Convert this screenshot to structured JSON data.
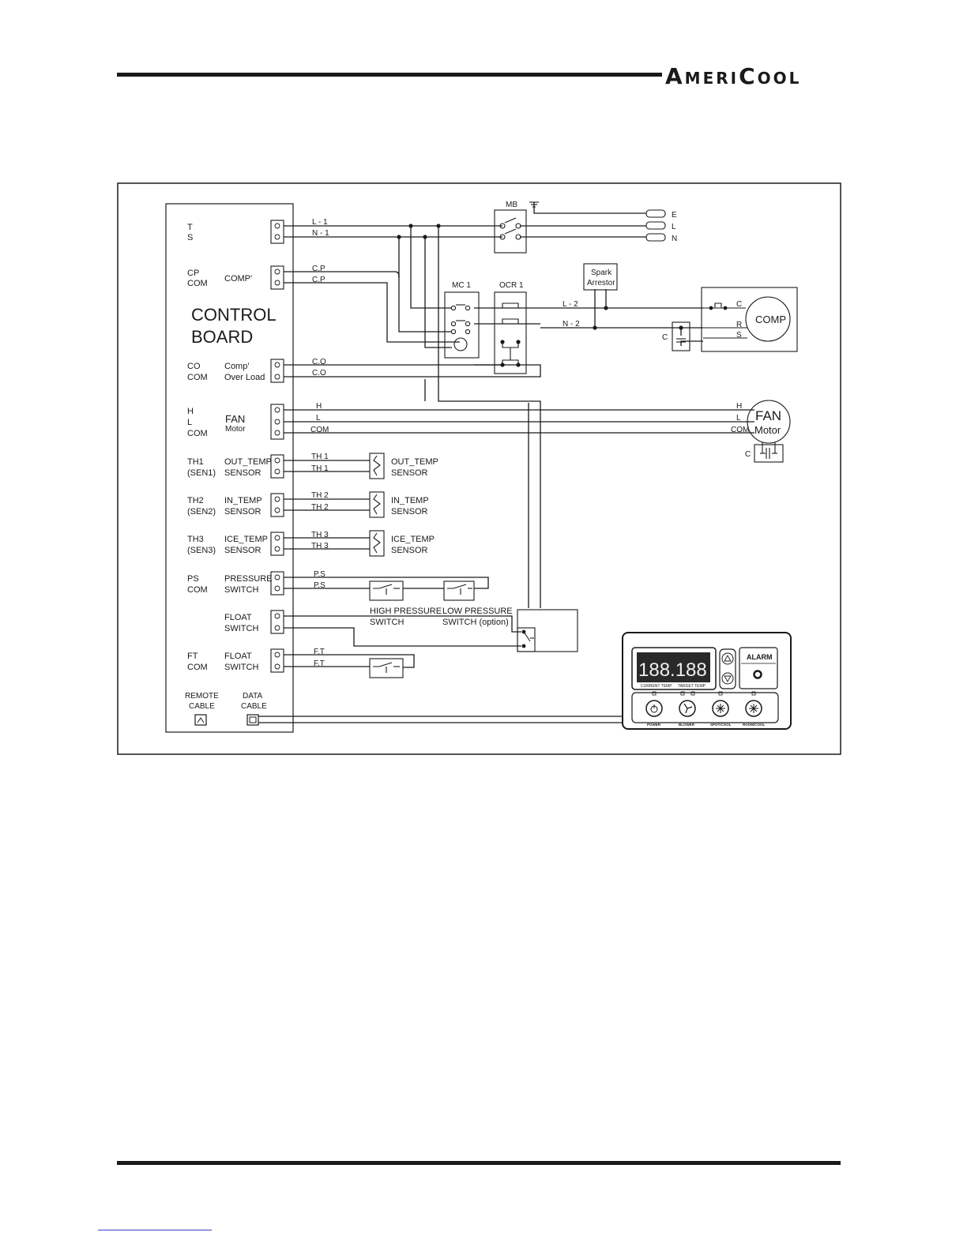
{
  "brand": {
    "first_big": "A",
    "first_small": "MERI",
    "second_big": "C",
    "second_small": "OOL"
  },
  "board": {
    "title_line1": "CONTROL",
    "title_line2": "BOARD",
    "rows": [
      {
        "code1": "T",
        "code2": "S",
        "name1": "",
        "name2": ""
      },
      {
        "code1": "CP",
        "code2": "COM",
        "name1": "COMP'",
        "name2": ""
      },
      {
        "code1": "CO",
        "code2": "COM",
        "name1": "Comp'",
        "name2": "Over Load"
      },
      {
        "code1": "H",
        "code2": "L",
        "code3": "COM",
        "name1": "FAN",
        "name2": "Motor"
      },
      {
        "code1": "TH1",
        "code2": "(SEN1)",
        "name1": "OUT_TEMP",
        "name2": "SENSOR"
      },
      {
        "code1": "TH2",
        "code2": "(SEN2)",
        "name1": "IN_TEMP",
        "name2": "SENSOR"
      },
      {
        "code1": "TH3",
        "code2": "(SEN3)",
        "name1": "ICE_TEMP",
        "name2": "SENSOR"
      },
      {
        "code1": "PS",
        "code2": "COM",
        "name1": "PRESSURE",
        "name2": "SWITCH"
      },
      {
        "code1": "",
        "code2": "",
        "name1": "FLOAT",
        "name2": "SWITCH"
      },
      {
        "code1": "FT",
        "code2": "COM",
        "name1": "FLOAT",
        "name2": "SWITCH"
      }
    ],
    "remote_cable": [
      "REMOTE",
      "CABLE"
    ],
    "data_cable": [
      "DATA",
      "CABLE"
    ]
  },
  "wires": {
    "l1": "L - 1",
    "n1": "N - 1",
    "cp1": "C.P",
    "cp2": "C.P",
    "co1": "C.O",
    "co2": "C.O",
    "h": "H",
    "l": "L",
    "com": "COM",
    "th1a": "TH 1",
    "th1b": "TH 1",
    "th2a": "TH 2",
    "th2b": "TH 2",
    "th3a": "TH 3",
    "th3b": "TH 3",
    "ps1": "P.S",
    "ps2": "P.S",
    "ft1": "F.T",
    "ft2": "F.T",
    "l2": "L - 2",
    "n2": "N - 2"
  },
  "components": {
    "mb": "MB",
    "supply": [
      "E",
      "L",
      "N"
    ],
    "mc1": "MC 1",
    "ocr1": "OCR 1",
    "spark": [
      "Spark",
      "Arrestor"
    ],
    "comp": "COMP",
    "comp_terms": [
      "C",
      "R",
      "S"
    ],
    "cap_c": "C",
    "fan_big": "FAN",
    "fan_small": "Motor",
    "fan_terms": [
      "H",
      "L",
      "COM"
    ],
    "fan_cap": "C",
    "sensors": [
      {
        "name": "OUT_TEMP",
        "sub": "SENSOR"
      },
      {
        "name": "IN_TEMP",
        "sub": "SENSOR"
      },
      {
        "name": "ICE_TEMP",
        "sub": "SENSOR"
      }
    ],
    "high_pressure": [
      "HIGH PRESSURE",
      "SWITCH"
    ],
    "low_pressure": [
      "LOW PRESSURE",
      "SWITCH (option)"
    ]
  },
  "panel": {
    "display_digits": "188.188",
    "current_label": "CURRENT TEMP",
    "target_label": "TARGET TEMP",
    "alarm": "ALARM",
    "buttons": [
      "POWER",
      "BLOWER",
      "SPOT/COOL",
      "ROOM/COOL"
    ]
  }
}
